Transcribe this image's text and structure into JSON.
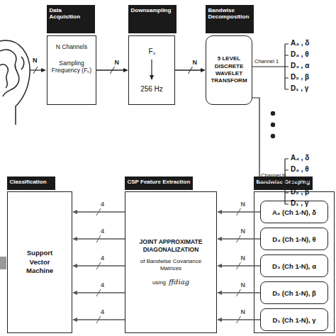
{
  "diagram": {
    "nodes": [
      {
        "text": [
          "Data Acquisition",
          "N Channels",
          "Sampling Frequency (Fₛ)"
        ]
      },
      {
        "text": [
          "Downsampling",
          "Fₛ",
          "256 Hz"
        ]
      },
      {
        "text": [
          "Bandwise Decomposition",
          "5 LEVEL DISCRETE WAVELET TRANSFORM"
        ]
      },
      {
        "text": [
          "Classification",
          "Support Vector Machine"
        ]
      },
      {
        "text": [
          "CSP Feature Extraction",
          "JOINT APPROXIMATE DIAGONALIZATION",
          "of Bandwise Covariance Matrices",
          "using",
          "ffdiag"
        ]
      },
      {
        "text": [
          "Bandwise Grouping"
        ]
      },
      {
        "text": [
          "A₄ (Ch 1-N), δ"
        ],
        "in": 5
      },
      {
        "text": [
          "D₄ (Ch 1-N), θ"
        ],
        "in": 5
      },
      {
        "text": [
          "D₃ (Ch 1-N), α"
        ],
        "in": 5
      },
      {
        "text": [
          "D₂ (Ch 1-N), β"
        ],
        "in": 5
      },
      {
        "text": [
          "D₁ (Ch 1-N), γ"
        ],
        "in": 5
      }
    ],
    "edges": [
      {
        "from": 0,
        "to": 1,
        "arrow": "to",
        "label": "N"
      },
      {
        "from": 1,
        "to": 2,
        "arrow": "to",
        "label": "N"
      },
      {
        "from": 6,
        "to": 4,
        "arrow": "to",
        "label": "N"
      },
      {
        "from": 7,
        "to": 4,
        "arrow": "to",
        "label": "N"
      },
      {
        "from": 8,
        "to": 4,
        "arrow": "to",
        "label": "N"
      },
      {
        "from": 9,
        "to": 4,
        "arrow": "to",
        "label": "N"
      },
      {
        "from": 10,
        "to": 4,
        "arrow": "to",
        "label": "N"
      },
      {
        "from": 4,
        "to": 3,
        "arrow": "to",
        "label": "4"
      },
      {
        "from": 4,
        "to": 3,
        "arrow": "to",
        "label": "4"
      },
      {
        "from": 4,
        "to": 3,
        "arrow": "to",
        "label": "4"
      },
      {
        "from": 4,
        "to": 3,
        "arrow": "to",
        "label": "4"
      },
      {
        "from": 4,
        "to": 3,
        "arrow": "to",
        "label": "4"
      }
    ],
    "labels": [
      "N",
      "Channel 1",
      "A₄ , δ",
      "D₄ , θ",
      "D₃ , α",
      "D₂ , β",
      "D₁ , γ",
      "Channel N",
      "A₄ , δ",
      "D₄ , θ",
      "D₃ , α",
      "D₂ , β",
      "D₁ , γ"
    ]
  }
}
